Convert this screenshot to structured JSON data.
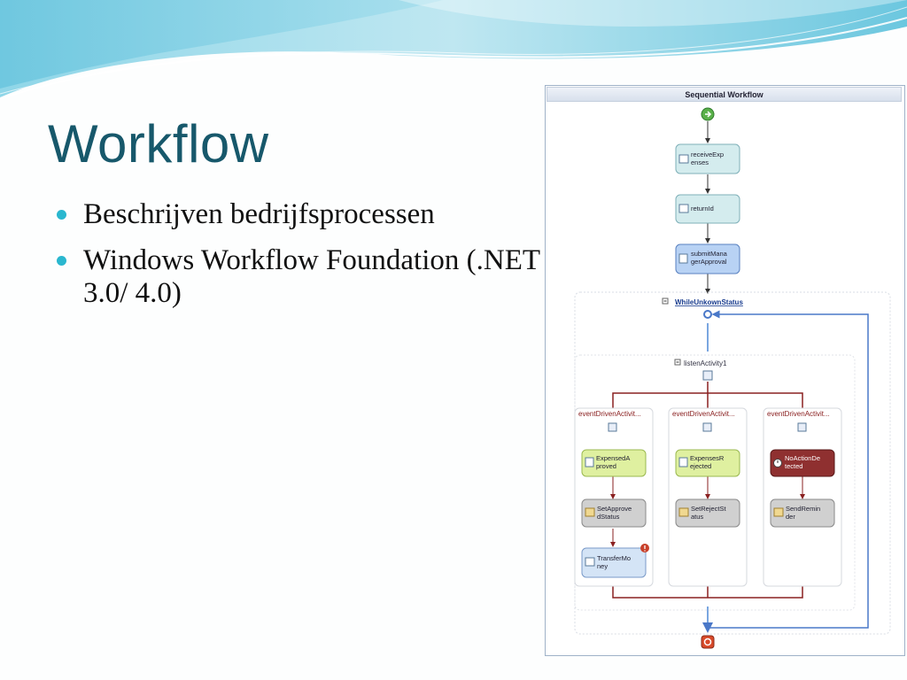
{
  "slide": {
    "title": "Workflow",
    "bullets": [
      {
        "text": "Beschrijven bedrijfsprocessen"
      },
      {
        "text": "Windows Workflow Foundation (.NET 3.0/ 4.0)"
      }
    ]
  },
  "workflow": {
    "header": "Sequential Workflow",
    "activities": {
      "receive_1": "receiveExp",
      "receive_2": "enses",
      "return": "returnId",
      "submit_1": "submitMana",
      "submit_2": "gerApproval",
      "while": "WhileUnkownStatus",
      "listen": "listenActivity1",
      "branch_a": "eventDrivenActivit...",
      "branch_b": "eventDrivenActivit...",
      "branch_c": "eventDrivenActivit...",
      "approved_1": "ExpensedA",
      "approved_2": "proved",
      "rejected_1": "ExpensesR",
      "rejected_2": "ejected",
      "noaction_1": "NoActionDe",
      "noaction_2": "tected",
      "setapprove_1": "SetApprove",
      "setapprove_2": "dStatus",
      "setreject_1": "SetRejectSt",
      "setreject_2": "atus",
      "sendremind_1": "SendRemin",
      "sendremind_2": "der",
      "transfer_1": "TransferMo",
      "transfer_2": "ney"
    }
  },
  "colors": {
    "title": "#17586b",
    "bullet": "#2ab7cf",
    "receive_fill": "#d4ecee",
    "event_fill": "#dff0a0",
    "delay_fill": "#8f3030",
    "code_fill": "#d0d0d0",
    "submit_fill": "#b8d2f4"
  }
}
